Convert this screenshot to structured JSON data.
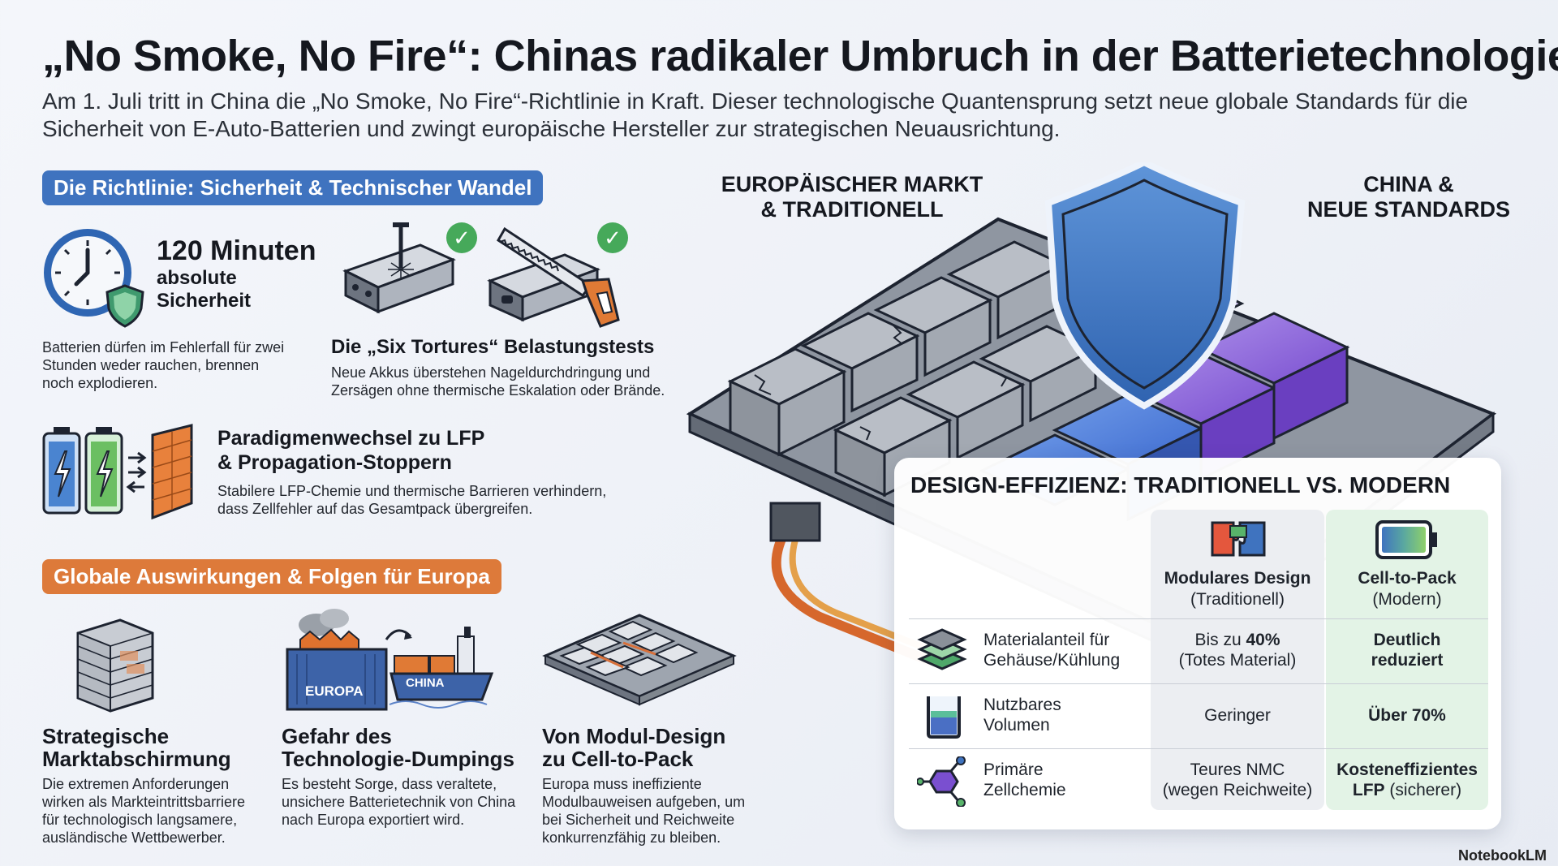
{
  "title": "„No Smoke, No Fire“: Chinas radikaler Umbruch in der Batterietechnologie",
  "subtitle": "Am 1. Juli tritt in China die „No Smoke, No Fire“-Richtlinie in Kraft. Dieser technologische Quantensprung setzt neue globale Standards für die Sicherheit von E-Auto-Batterien und zwingt europäische Hersteller zur strategischen Neuausrichtung.",
  "section_directive": {
    "label": "Die Richtlinie: Sicherheit & Technischer Wandel",
    "color": "#3f73bf",
    "safety": {
      "number": "120 Minuten",
      "line1": "absolute",
      "line2": "Sicherheit",
      "text": "Batterien dürfen im Fehlerfall für zwei Stunden weder rauchen, brennen noch explodieren.",
      "icon": "clock-shield-icon"
    },
    "tortures": {
      "heading": "Die „Six Tortures“ Belastungstests",
      "text": "Neue Akkus überstehen Nageldurchdringung und Zersägen ohne thermische Eskalation oder Brände.",
      "icons": [
        "nail-battery-icon",
        "saw-battery-icon",
        "check-icon"
      ]
    },
    "lfp": {
      "heading1": "Paradigmenwechsel zu LFP",
      "heading2": "& Propagation-Stoppern",
      "text": "Stabilere LFP-Chemie und thermische Barrieren verhindern, dass Zellfehler auf das Gesamtpack übergreifen.",
      "icon": "battery-barrier-icon"
    }
  },
  "section_global": {
    "label": "Globale Auswirkungen & Folgen für Europa",
    "color": "#dd7a3a",
    "items": [
      {
        "heading1": "Strategische",
        "heading2": "Marktabschirmung",
        "text": "Die extremen Anforderungen wirken als Markteintrittsbarriere für technologisch langsamere, ausländische Wettbewerber.",
        "icon": "brick-wall-icon"
      },
      {
        "heading1": "Gefahr des",
        "heading2": "Technologie-Dumpings",
        "text": "Es besteht Sorge, dass veraltete, unsichere Batterietechnik von China nach Europa exportiert wird.",
        "icon": "cargo-ship-icon",
        "tag_europa": "EUROPA",
        "tag_china": "CHINA"
      },
      {
        "heading1": "Von Modul-Design",
        "heading2": "zu Cell-to-Pack",
        "text": "Europa muss ineffiziente Modulbauweisen aufgeben, um bei Sicherheit und Reichweite konkurrenzfähig zu bleiben.",
        "icon": "battery-modules-icon"
      }
    ]
  },
  "illustration": {
    "label_left1": "EUROPÄISCHER MARKT",
    "label_left2": "& TRADITIONELL",
    "label_right1": "CHINA &",
    "label_right2": "NEUE STANDARDS",
    "icon": "battery-pack-shield-icon"
  },
  "design_table": {
    "title": "DESIGN-EFFIZIENZ: TRADITIONELL VS. MODERN",
    "col_trad": {
      "name": "Modulares Design",
      "sub": "(Traditionell)",
      "icon": "puzzle-icon"
    },
    "col_mod": {
      "name": "Cell-to-Pack",
      "sub": "(Modern)",
      "icon": "battery-gradient-icon"
    },
    "rows": [
      {
        "label1": "Materialanteil für",
        "label2": "Gehäuse/Kühlung",
        "trad_a": "Bis zu ",
        "trad_b": "40%",
        "trad_c": "(Totes Material)",
        "mod1": "Deutlich",
        "mod2": "reduziert",
        "icon": "layers-icon"
      },
      {
        "label1": "Nutzbares",
        "label2": "Volumen",
        "trad": "Geringer",
        "mod": "Über 70%",
        "icon": "beaker-icon"
      },
      {
        "label1": "Primäre",
        "label2": "Zellchemie",
        "trad1": "Teures NMC",
        "trad2": "(wegen Reichweite)",
        "mod1": "Kosteneffizientes",
        "mod2a": "LFP",
        "mod2b": " (sicherer)",
        "icon": "molecule-icon"
      }
    ]
  },
  "watermark": "NotebookLM"
}
